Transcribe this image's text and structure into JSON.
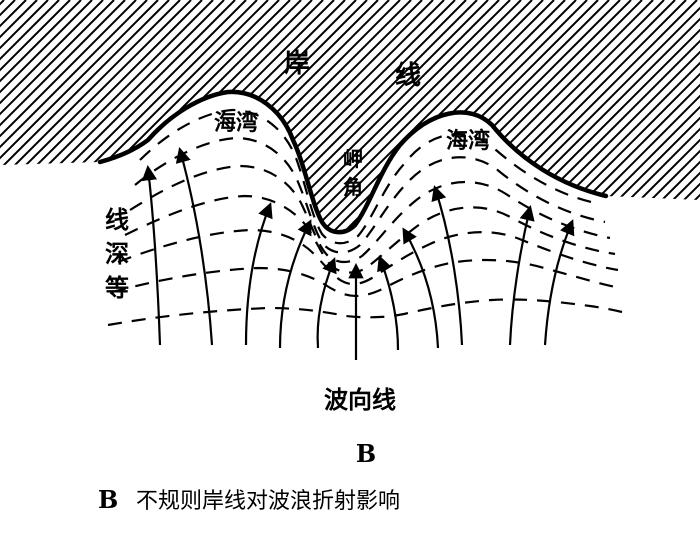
{
  "labels": {
    "shoreline_a": "岸",
    "shoreline_b": "线",
    "bay_left": "海湾",
    "bay_right": "海湾",
    "headland": [
      "岬",
      "角"
    ],
    "isobath": [
      "等",
      "深",
      "线"
    ],
    "wave_ray": "波向线"
  },
  "figure_letter": "B",
  "caption": {
    "letter": "B",
    "text": "不规则岸线对波浪折射影响"
  }
}
